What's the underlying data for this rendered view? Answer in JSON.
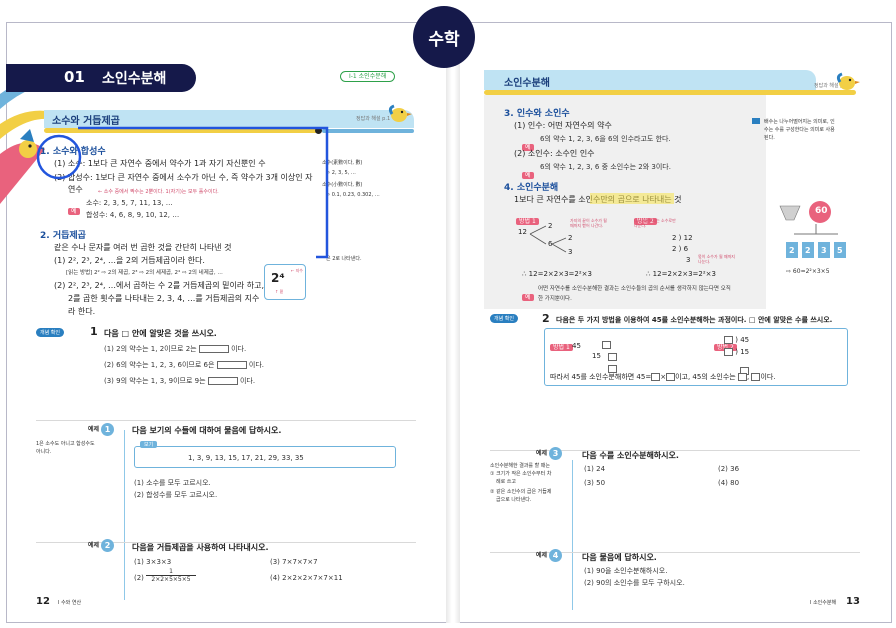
{
  "tab": "수학",
  "left": {
    "chapter_no": "01",
    "chapter_title": "소인수분해",
    "chapter_tag": "Ⅰ-1  소인수분해",
    "section_title": "소수와 거듭제곱",
    "answer_ref": "정답과 해설 p.1",
    "h1": "1.  소수와 합성수",
    "prime_def": "(1) 소수: 1보다 큰 자연수 중에서 약수가 1과 자기 자신뿐인 수",
    "composite_def": "(2) 합성수: 1보다 큰 자연수 중에서 소수가 아닌 수, 즉 약수가 3개 이상인 자",
    "composite_def2": "연수",
    "note_small": "← 소수 중에서 짝수는 2뿐이다. 1(자기)는 모두 홀수이다.",
    "ex_prime": "소수: 2, 3, 5, 7, 11, 13, …",
    "ex_composite": "합성수: 4, 6, 8, 9, 10, 12, …",
    "ex_label": "예",
    "side1": "소수(素數이다, 數)",
    "side1b": "⇨ 2, 3, 5, …",
    "side2": "소수(小數이다, 數)",
    "side2b": "⇨ 0.1, 0.23, 0.302, …",
    "side3": "은 2로 나타낸다.",
    "h2": "2.  거듭제곱",
    "power_intro": "같은 수나 문자를 여러 번 곱한 것을 간단히 나타낸 것",
    "power1": "(1) 2², 2³, 2⁴, …을 2의 거듭제곱이라 한다.",
    "power1b": "[읽는 방법] 2² ⇨ 2의 제곱,   2³ ⇨ 2의 세제곱,   2⁴ ⇨ 2의 네제곱, …",
    "power2": "(2) 2², 2³, 2⁴, …에서 곱하는 수 2를 거듭제곱의 밑이라 하고,",
    "power2b": "2를 곱한 횟수를 나타내는 2, 3, 4, …를 거듭제곱의 지수",
    "power2c": "라 한다.",
    "exp_box_base": "2⁴",
    "exp_box_note": "← 지수",
    "exp_box_note2": "↑ 밑",
    "concept_badge": "개념 확인",
    "q1_no": "1",
    "q1_title": "다음 □ 안에 알맞은 것을 쓰시오.",
    "q1_1": "(1) 2의 약수는 1, 2이므로 2는",
    "q1_1b": "이다.",
    "q1_2": "(2) 6의 약수는 1, 2, 3, 6이므로 6은",
    "q1_2b": "이다.",
    "q1_3": "(3) 9의 약수는 1, 3, 9이므로 9는",
    "q1_3b": "이다.",
    "ex1_label": "예제",
    "ex1_no": "1",
    "ex1_title": "다음 보기의 수들에 대하여 물음에 답하시오.",
    "ex1_note": "1은 소수도 아니고 합성수도",
    "ex1_note2": "아니다.",
    "box_label": "보기",
    "box_numbers": "1,   3,   9,   13,   15,   17,   21,   29,   33,   35",
    "ex1_q1": "(1) 소수를 모두 고르시오.",
    "ex1_q2": "(2) 합성수를 모두 고르시오.",
    "ex2_label": "예제",
    "ex2_no": "2",
    "ex2_title": "다음을 거듭제곱을 사용하여 나타내시오.",
    "ex2_q1": "(1) 3×3×3",
    "ex2_q2": "(2)",
    "ex2_frac_num": "1",
    "ex2_frac_den": "2×2×5×5×5",
    "ex2_q3": "(3) 7×7×7×7",
    "ex2_q4": "(4) 2×2×2×7×7×11",
    "page_no": "12",
    "page_footer": "Ⅰ 수와 연산"
  },
  "right": {
    "section_title": "소인수분해",
    "answer_ref": "정답과 해설 p.1",
    "h3": "3.  인수와 소인수",
    "factor_def": "(1) 인수: 어떤 자연수의 약수",
    "factor_ex": "6의 약수 1, 2, 3, 6을 6의 인수라고도 한다.",
    "pfactor_def": "(2) 소인수: 소수인 인수",
    "pfactor_ex": "6의 약수 1, 2, 3, 6 중 소인수는 2와 3이다.",
    "ex_label": "예",
    "h4": "4.  소인수분해",
    "pf_def": "1보다 큰 자연수를 소인수만의 곱으로 나타내는 것",
    "method1": "방법 1",
    "method2": "방법 2",
    "tree_note": "가지의 끝이 소수가 될 때까지 뻗어 나간다.",
    "div_note": "나누어떨어지는 소수로만 나눈다.",
    "div_note2": "몫이 소수가 될 때까지 나눈다.",
    "n12": "12",
    "t2": "2",
    "t6": "6",
    "t2b": "2",
    "t3": "3",
    "d1": "2 ) 12",
    "d2": "2 )  6",
    "d3": "3",
    "result1": "∴ 12=2×2×3=2²×3",
    "result2": "∴ 12=2×2×3=2²×3",
    "pf_note": "어떤 자연수를 소인수분해한 결과는 소인수들의 곱의 순서를 생각하지 않는다면 오직",
    "pf_note2": "한 가지뿐이다.",
    "side_note": "배수는 나누어떨어지는 의미로, 인수는 수를 구성한다는 의미로 사용된다.",
    "img_caption": "⇨ 60=2²×3×5",
    "img_top": "60",
    "img_b1": "2",
    "img_b2": "2",
    "img_b3": "3",
    "img_b4": "5",
    "concept_badge": "개념 확인",
    "q2_no": "2",
    "q2_title": "다음은 두 가지 방법을 이용하여 45를 소인수분해하는 과정이다. □ 안에 알맞은 수를 쓰시오.",
    "q2_m1": "방법 1",
    "q2_m2": "방법 2",
    "q2_45": "45",
    "q2_15": "15",
    "q2_d1": ") 45",
    "q2_d2": ") 15",
    "q2_result": "따라서 45를 소인수분해하면 45=",
    "q2_result_mid": "×",
    "q2_result_b": "이고, 45의 소인수는",
    "q2_result_c": ",",
    "q2_result_d": "이다.",
    "ex3_label": "예제",
    "ex3_no": "3",
    "ex3_title": "다음 수를 소인수분해하시오.",
    "ex3_note": "소인수분해한 결과를 할 때는",
    "ex3_note2": "① 크기가 작은 소인수부터 차",
    "ex3_note3": "례로 쓰고",
    "ex3_note4": "② 같은 소인수의 곱은 거듭제",
    "ex3_note5": "곱으로 나타낸다.",
    "ex3_q1": "(1) 24",
    "ex3_q2": "(2) 36",
    "ex3_q3": "(3) 50",
    "ex3_q4": "(4) 80",
    "ex4_label": "예제",
    "ex4_no": "4",
    "ex4_title": "다음 물음에 답하시오.",
    "ex4_q1": "(1) 90을 소인수분해하시오.",
    "ex4_q2": "(2) 90의 소인수를 모두 구하시오.",
    "page_no": "13",
    "page_footer": "Ⅰ 소인수분해"
  },
  "colors": {
    "navy": "#15194a",
    "yellow": "#f2cf45",
    "sky": "#6fb3dc",
    "pink": "#e9627d",
    "highlight": "#f7e34c",
    "annot": "#2255dd"
  }
}
